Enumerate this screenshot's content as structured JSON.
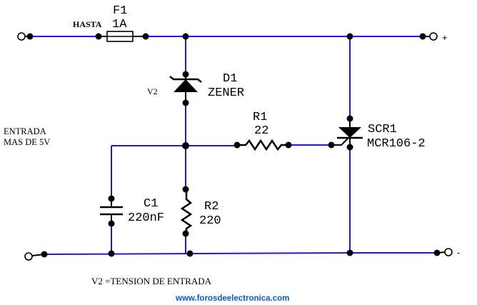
{
  "colors": {
    "wire": "#1c1ce0",
    "ink": "#000000",
    "footer": "#0c58c8",
    "background": "#ffffff"
  },
  "labels": {
    "fuse_name": "F1",
    "fuse_prefix": "HASTA",
    "fuse_rating": "1A",
    "zener_name": "D1",
    "zener_type": "ZENER",
    "zener_voltage": "V2",
    "r1_name": "R1",
    "r1_value": "22",
    "scr_name": "SCR1",
    "scr_part": "MCR106-2",
    "c1_name": "C1",
    "c1_value": "220nF",
    "r2_name": "R2",
    "r2_value": "220",
    "input_line1": "ENTRADA",
    "input_line2": "MAS DE 5V",
    "plus_sign": "+",
    "minus_sign": "-",
    "note": "V2 =TENSION DE ENTRADA",
    "website": "www.forosdeelectronica.com"
  }
}
